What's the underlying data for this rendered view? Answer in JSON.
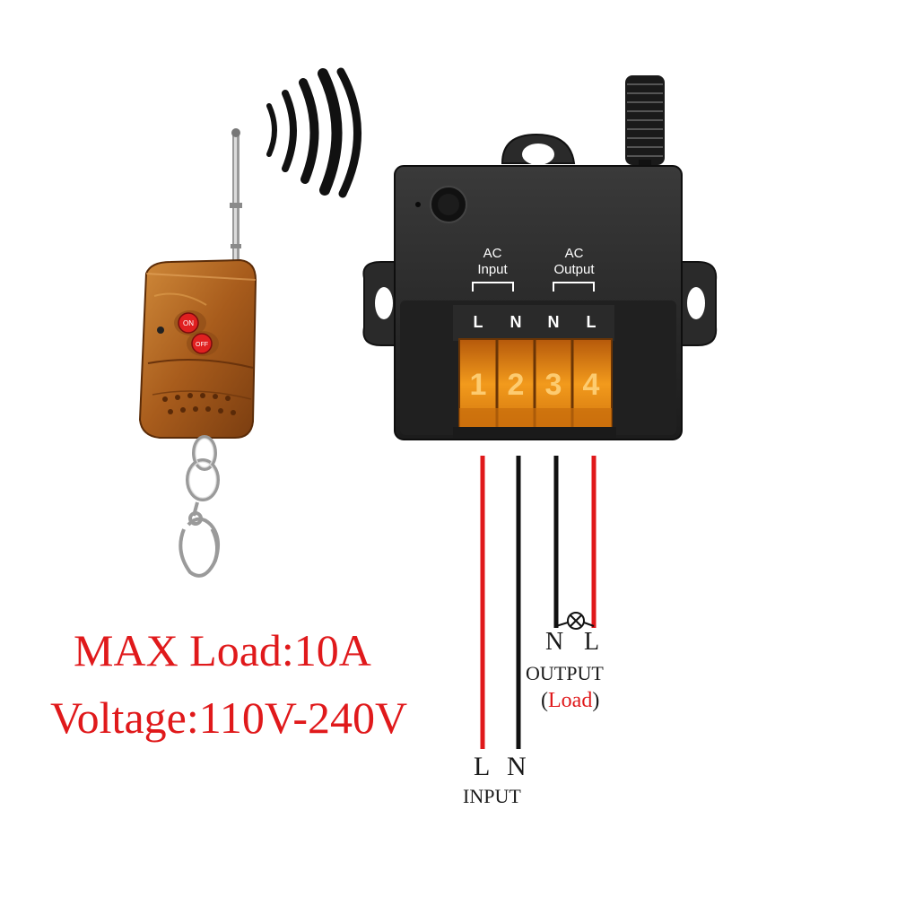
{
  "specs": {
    "max_load": "MAX Load:10A",
    "voltage": "Voltage:110V-240V"
  },
  "receiver": {
    "input_label_1": "AC",
    "input_label_2": "Input",
    "output_label_1": "AC",
    "output_label_2": "Output",
    "terminal_letters": [
      "L",
      "N",
      "N",
      "L"
    ],
    "terminal_numbers": [
      "1",
      "2",
      "3",
      "4"
    ]
  },
  "remote": {
    "on_label": "ON",
    "off_label": "OFF"
  },
  "wiring": {
    "output_n": "N",
    "output_l": "L",
    "output_label": "OUTPUT",
    "load_open": "(",
    "load_text": "Load",
    "load_close": ")",
    "input_l": "L",
    "input_n": "N",
    "input_label": "INPUT"
  },
  "colors": {
    "wire_live": "#e0191b",
    "wire_neutral": "#111111",
    "spec_text": "#e0191b",
    "receiver_body": "#262626",
    "terminal_block": "#e8870f",
    "remote_body": "#b86a25"
  }
}
